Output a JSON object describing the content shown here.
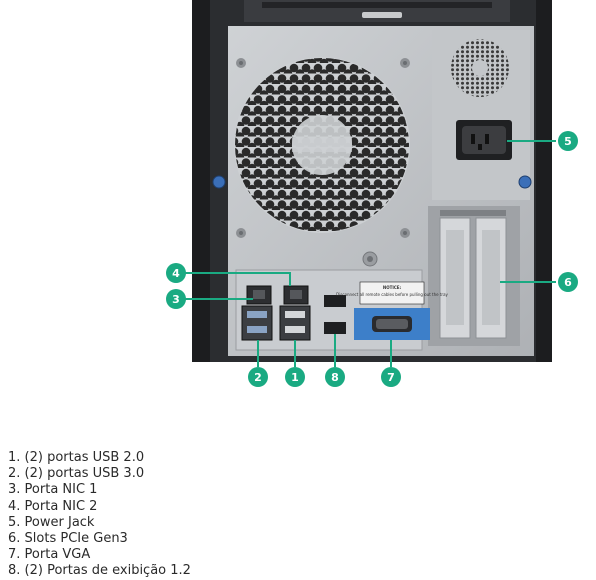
{
  "callouts": [
    {
      "num": "1",
      "text": "(2) portas USB 2.0"
    },
    {
      "num": "2",
      "text": "(2) portas USB 3.0"
    },
    {
      "num": "3",
      "text": "Porta NIC 1"
    },
    {
      "num": "4",
      "text": "Porta NIC 2"
    },
    {
      "num": "5",
      "text": "Power Jack"
    },
    {
      "num": "6",
      "text": "Slots PCIe Gen3"
    },
    {
      "num": "7",
      "text": "Porta VGA"
    },
    {
      "num": "8",
      "text": "(2) Portas de exibição 1.2"
    }
  ],
  "panel": {
    "notice_title": "NOTICE:",
    "notice_body": "Disconnect all remote cables before pulling out the tray"
  },
  "colors": {
    "callout": "#1aaa82",
    "chassis": "#2b2d30",
    "panel": "#b9bcc0",
    "vga": "#3d7fc9",
    "screw": "#3b6fb8"
  }
}
